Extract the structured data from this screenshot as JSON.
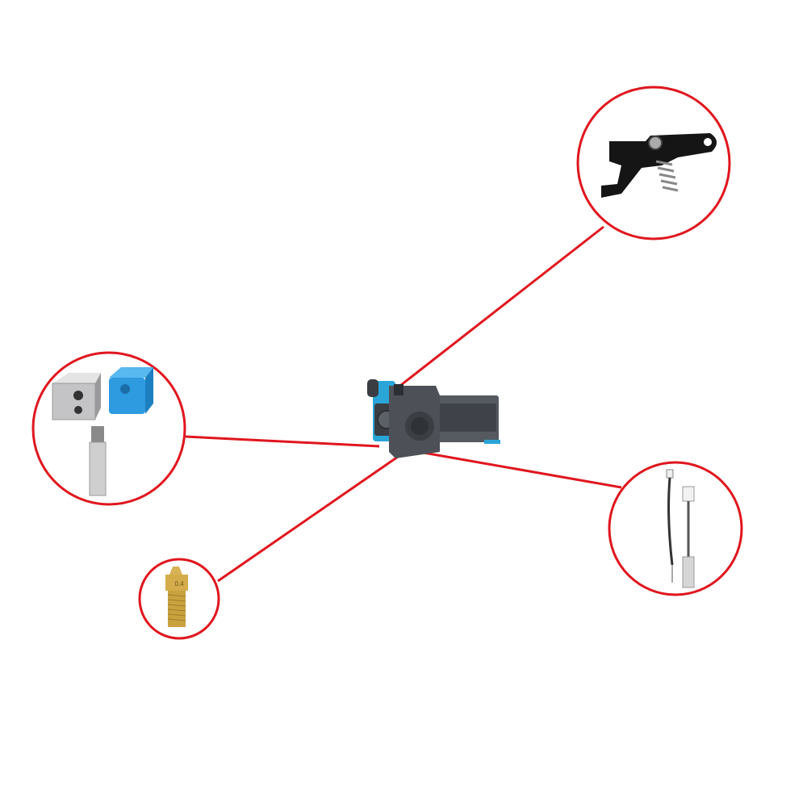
{
  "colors": {
    "callout": "#e0161e",
    "brass": "#c9a23f",
    "silicone": "#2e9be0",
    "body": "#4a4e55",
    "accent": "#2aa5d8"
  },
  "nozzle": {
    "size_label": "0.4"
  },
  "callouts": [
    {
      "part": "extruder-lever-arm"
    },
    {
      "part": "heater-block-silicone-sock-throat"
    },
    {
      "part": "brass-nozzle"
    },
    {
      "part": "thermistor-heater-cartridge"
    }
  ]
}
